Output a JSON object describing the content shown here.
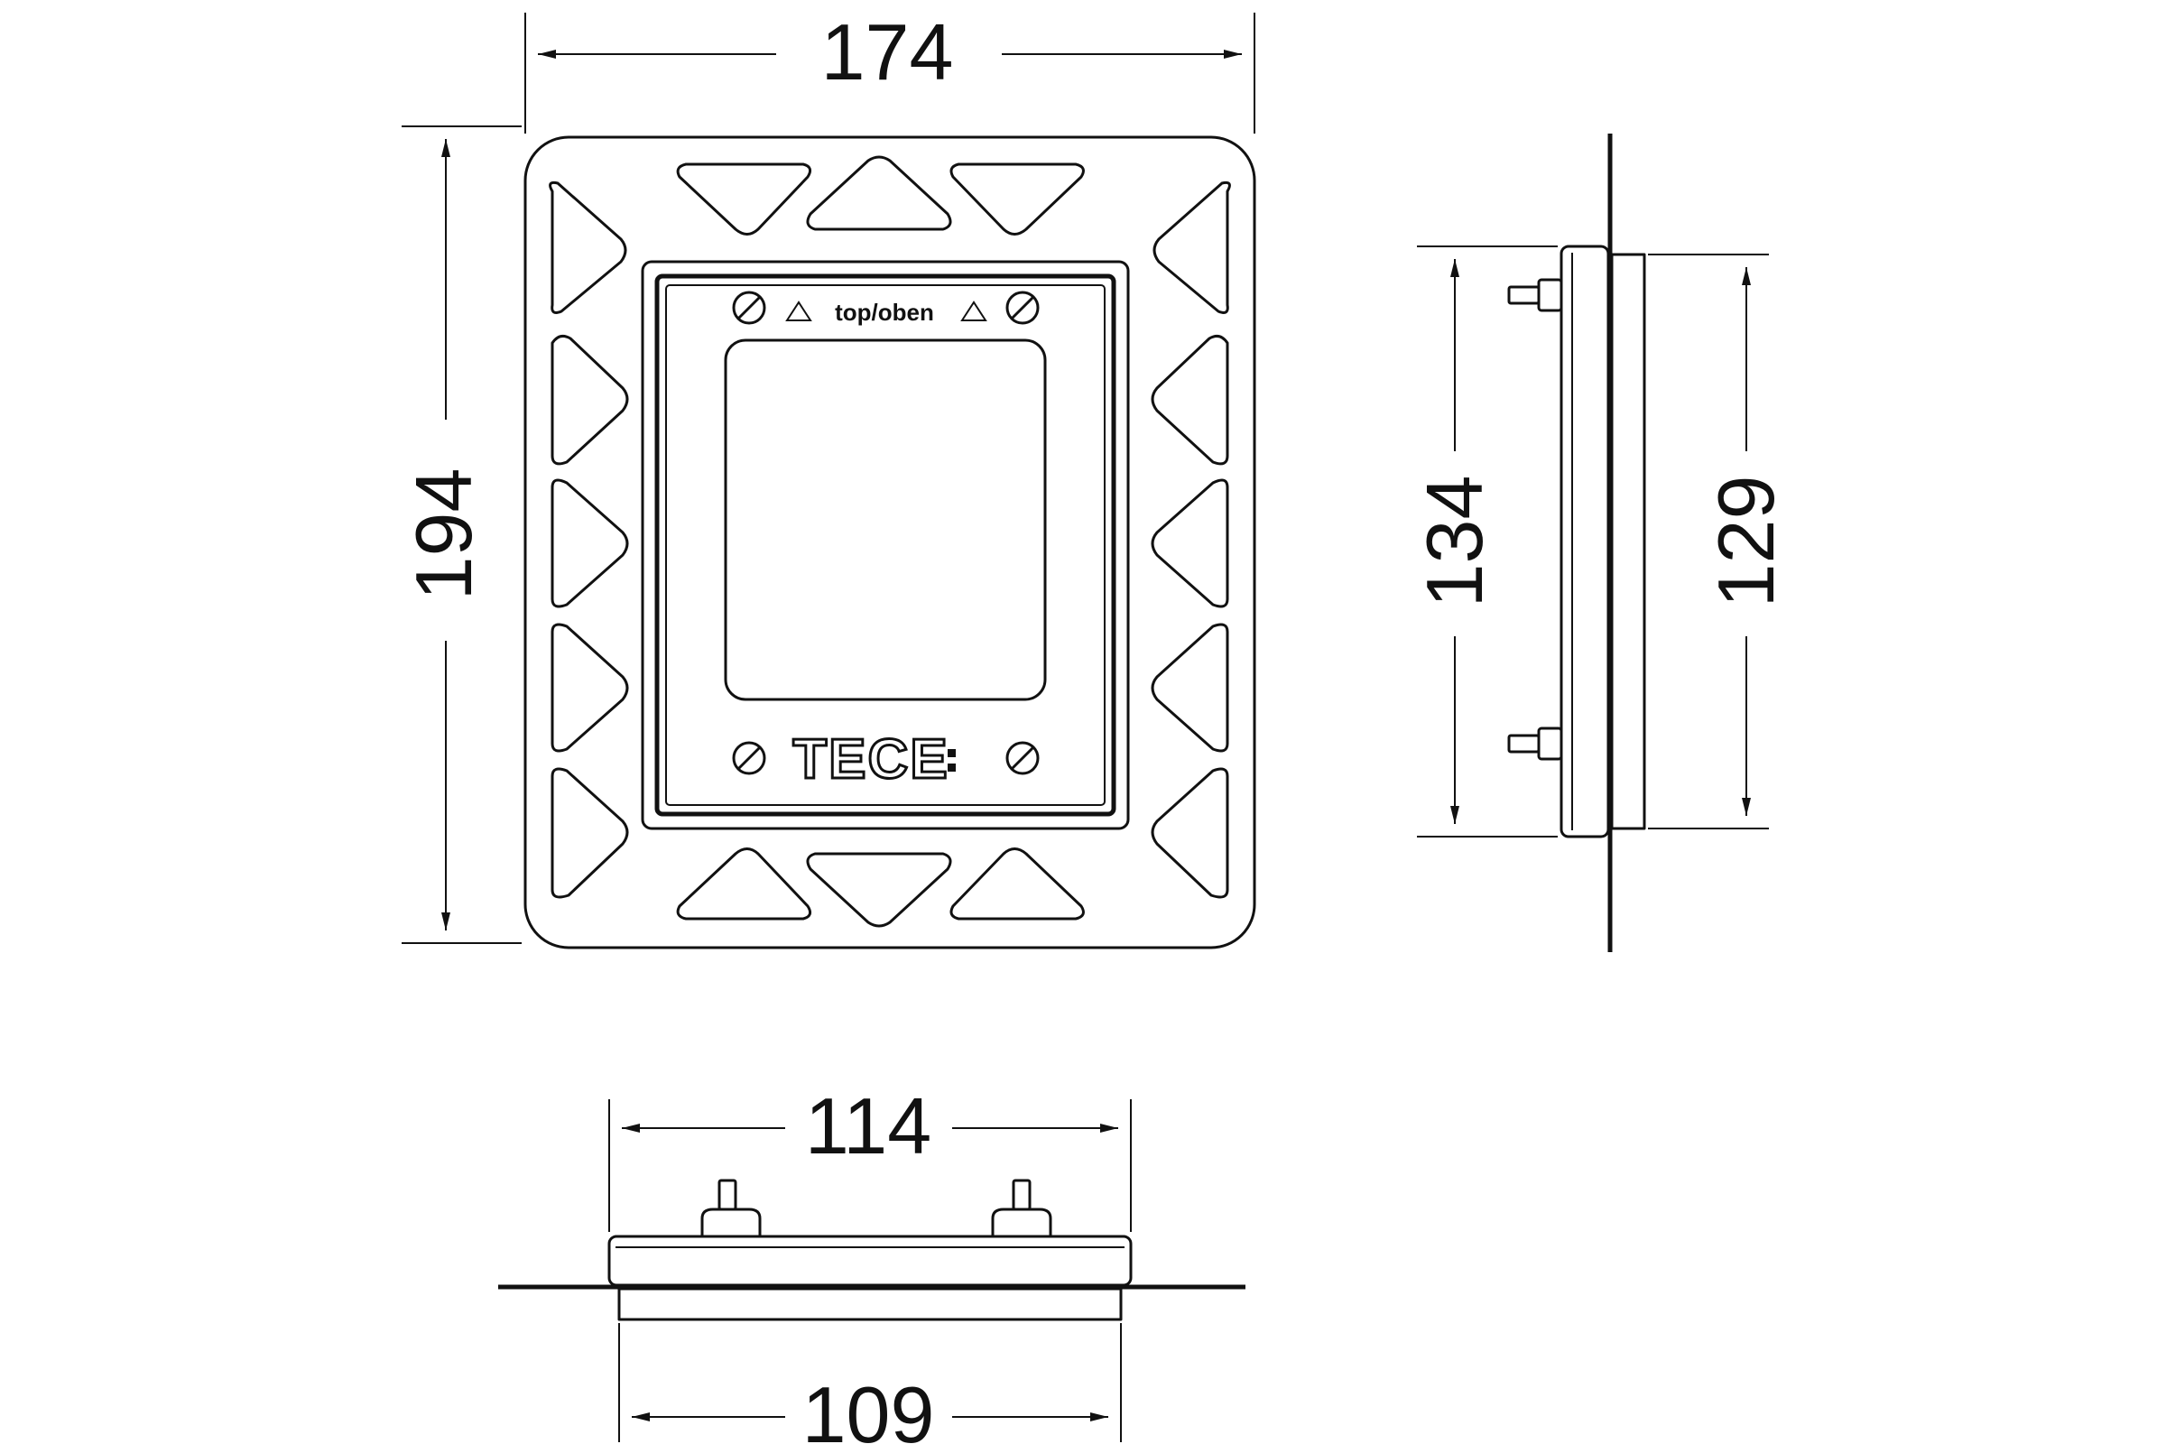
{
  "dimensions": {
    "front_width": "174",
    "front_height": "194",
    "side_outer_height": "134",
    "side_inner_height": "129",
    "bottom_top_width": "114",
    "bottom_width": "109"
  },
  "labels": {
    "orientation": "top/oben",
    "brand": "TECE"
  }
}
